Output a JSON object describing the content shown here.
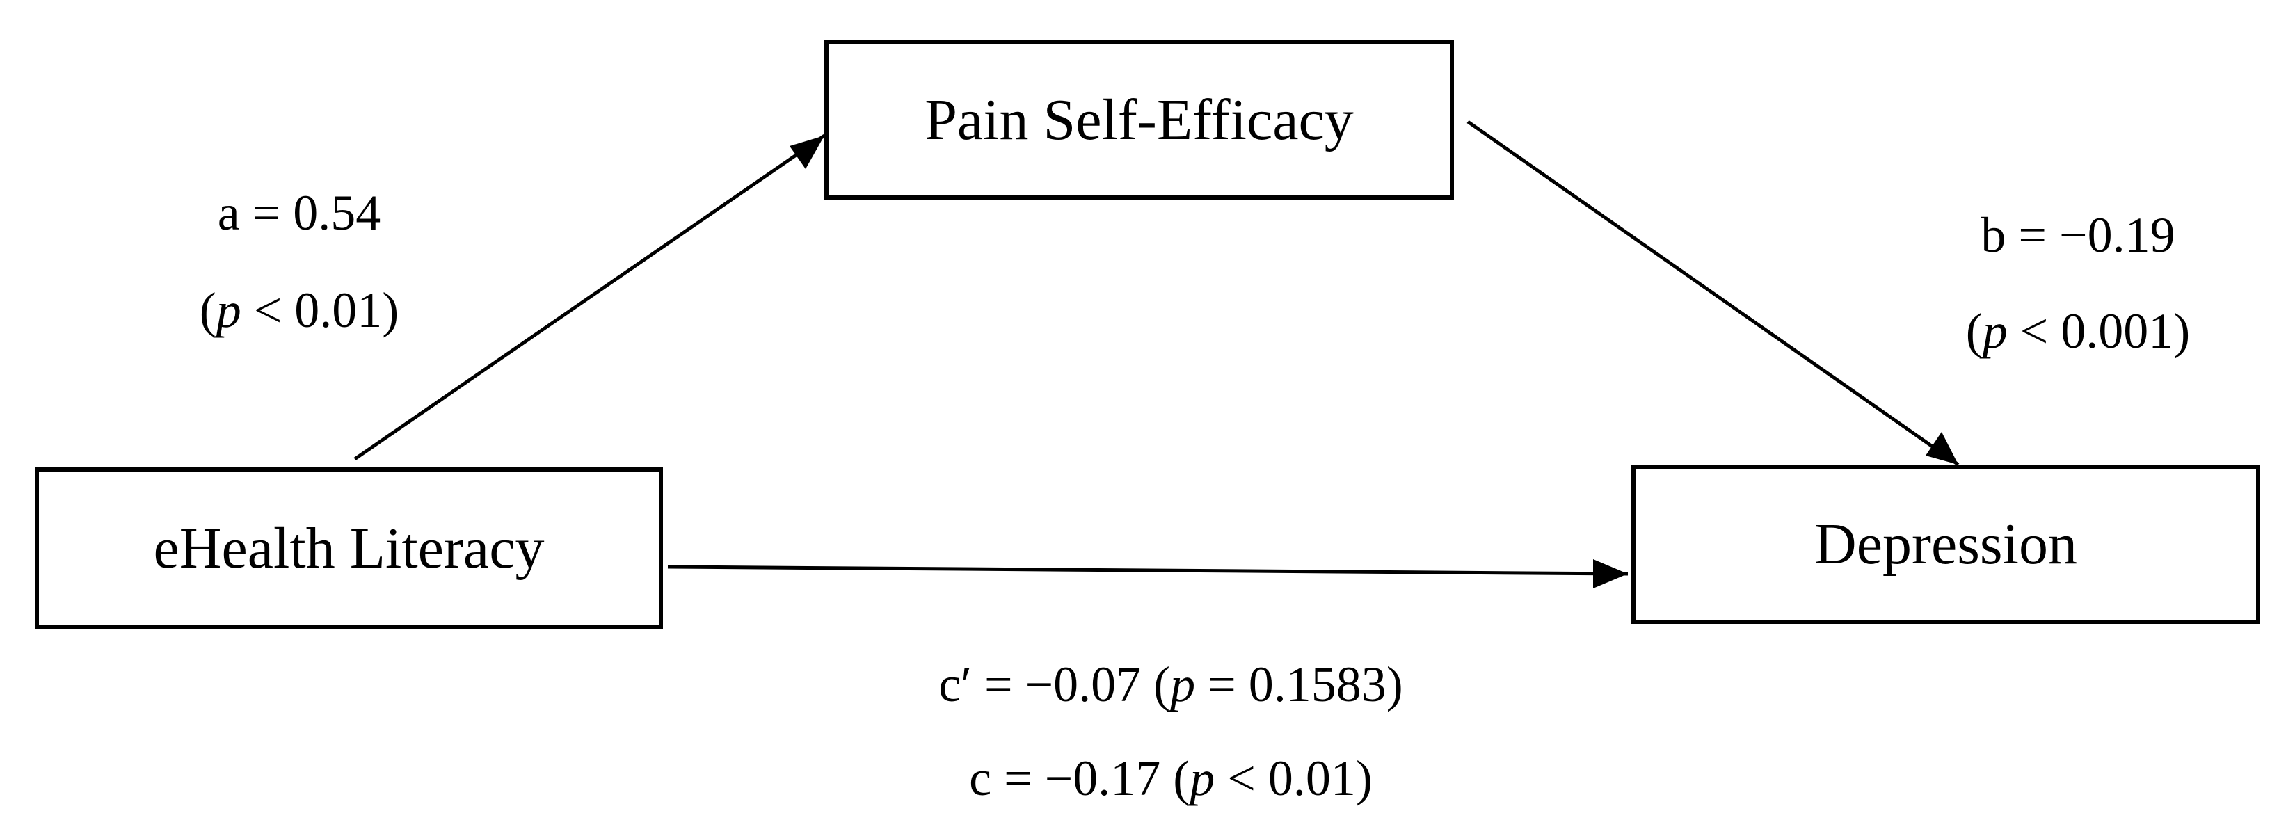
{
  "nodes": {
    "mediator": "Pain Self-Efficacy",
    "predictor": "eHealth Literacy",
    "outcome": "Depression"
  },
  "paths": {
    "a": {
      "label": "a = 0.54",
      "p_open": "(",
      "p_sym": "p",
      "p_rest": " < 0.01)"
    },
    "b": {
      "label": "b = −0.19",
      "p_open": "(",
      "p_sym": "p",
      "p_rest": " < 0.001)"
    },
    "c_prime": {
      "label": "c′ = −0.07 (",
      "p_sym": "p",
      "p_rest": " = 0.1583)"
    },
    "c": {
      "label": "c = −0.17 (",
      "p_sym": "p",
      "p_rest": " < 0.01)"
    }
  },
  "colors": {
    "stroke": "#000000",
    "background": "#ffffff"
  }
}
